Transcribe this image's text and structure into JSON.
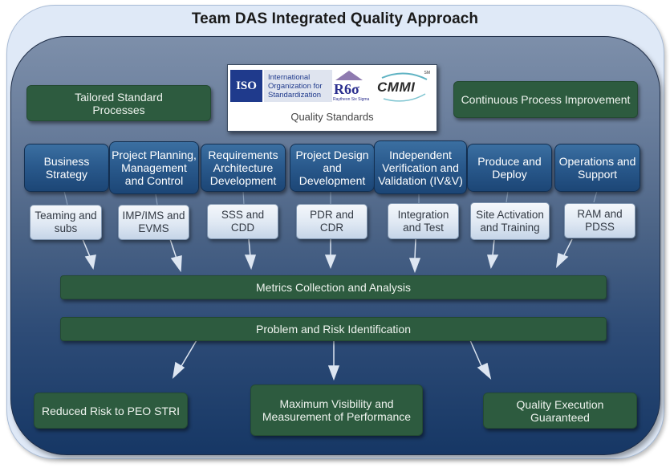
{
  "title": "Team DAS Integrated Quality Approach",
  "top_left": "Tailored Standard Processes",
  "top_right": "Continuous Process Improvement",
  "standards": {
    "iso_mark": "ISO",
    "iso_name": "International Organization for Standardization",
    "r6_mark": "R6σ",
    "r6_sub": "Raytheon Six Sigma",
    "cmmi_mark": "CMMI",
    "cmmi_sm": "SM",
    "label": "Quality Standards"
  },
  "phases": [
    {
      "label": "Business Strategy",
      "activity": "Teaming and subs"
    },
    {
      "label": "Project Planning, Management and Control",
      "activity": "IMP/IMS and EVMS"
    },
    {
      "label": "Requirements Architecture Development",
      "activity": "SSS and CDD"
    },
    {
      "label": "Project Design and Development",
      "activity": "PDR and CDR"
    },
    {
      "label": "Independent Verification and Validation (IV&V)",
      "activity": "Integration and Test"
    },
    {
      "label": "Produce and Deploy",
      "activity": "Site Activation and Training"
    },
    {
      "label": "Operations and Support",
      "activity": "RAM and PDSS"
    }
  ],
  "metrics_bar": "Metrics Collection and Analysis",
  "risk_bar": "Problem and Risk Identification",
  "outcomes": [
    "Reduced Risk to PEO STRI",
    "Maximum Visibility and Measurement of Performance",
    "Quality Execution Guaranteed"
  ],
  "colors": {
    "green_box": "#2d5b3f",
    "blue_box": "#2a5a8d",
    "panel_top": "#7d8faa",
    "panel_bottom": "#163765",
    "outer_frame": "#dfe9f7"
  }
}
